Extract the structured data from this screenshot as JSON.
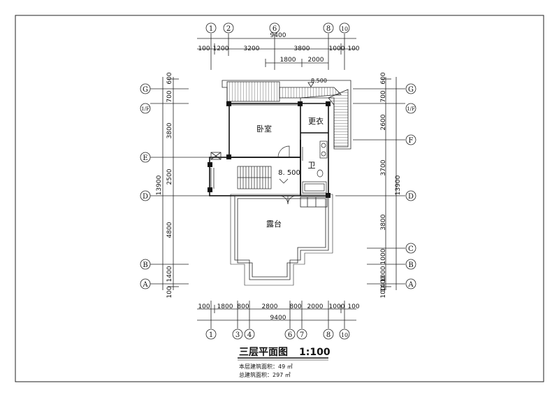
{
  "title": {
    "main": "三层平面图",
    "scale": "1:100"
  },
  "notes": {
    "floor_area": "本层建筑面积：49 ㎡",
    "total_area": "总建筑面积：297 ㎡"
  },
  "rooms": {
    "bedroom": "卧室",
    "dressing": "更衣",
    "bath": "卫",
    "terrace": "露台"
  },
  "levels": {
    "roof": "8.500",
    "stair": "8. 500"
  },
  "top_axes": [
    "1",
    "2",
    "6",
    "8",
    "10"
  ],
  "bottom_axes": [
    "1",
    "3",
    "4",
    "6",
    "7",
    "8",
    "10"
  ],
  "left_axes": [
    "G",
    "1/F",
    "E",
    "D",
    "B",
    "A"
  ],
  "right_axes": [
    "G",
    "1/F",
    "F",
    "D",
    "C",
    "B",
    "A"
  ],
  "top_dims": {
    "total": "9400",
    "row1": [
      "100",
      "1200",
      "3200",
      "3800",
      "1000",
      "100"
    ],
    "row2": [
      "1800",
      "2000"
    ]
  },
  "bottom_dims": {
    "total": "9400",
    "row1": [
      "100",
      "1800",
      "800",
      "2800",
      "800",
      "2000",
      "1000",
      "100"
    ]
  },
  "left_dims": {
    "total": "13900",
    "segs": [
      "600",
      "700",
      "3800",
      "2500",
      "4800",
      "1400",
      "100"
    ]
  },
  "right_dims": {
    "total": "13900",
    "segs": [
      "600",
      "700",
      "2600",
      "3700",
      "3800",
      "1000",
      "1000",
      "1400",
      "100"
    ]
  }
}
